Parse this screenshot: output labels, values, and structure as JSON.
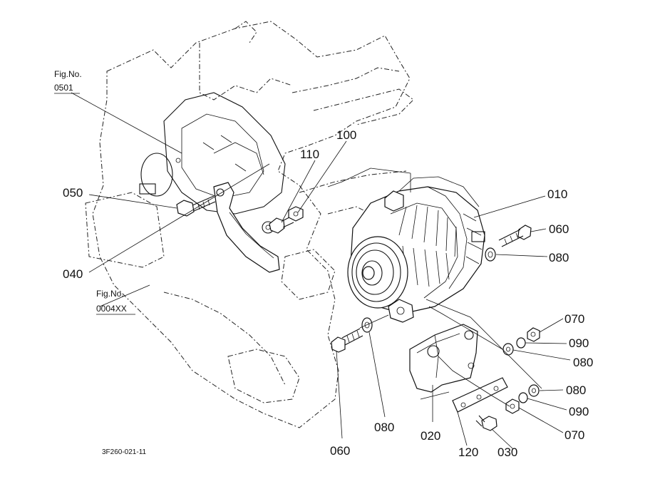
{
  "figure_refs": [
    {
      "id": "fig-0501",
      "title": "Fig.No.",
      "number": "0501"
    },
    {
      "id": "fig-0004xx",
      "title": "Fig.No.",
      "number": "0004XX"
    }
  ],
  "callouts": [
    "010",
    "060",
    "080",
    "070",
    "090",
    "080",
    "080",
    "090",
    "070",
    "030",
    "120",
    "020",
    "080",
    "060",
    "040",
    "050",
    "110",
    "100"
  ],
  "drawing_code": "3F260-021-11"
}
